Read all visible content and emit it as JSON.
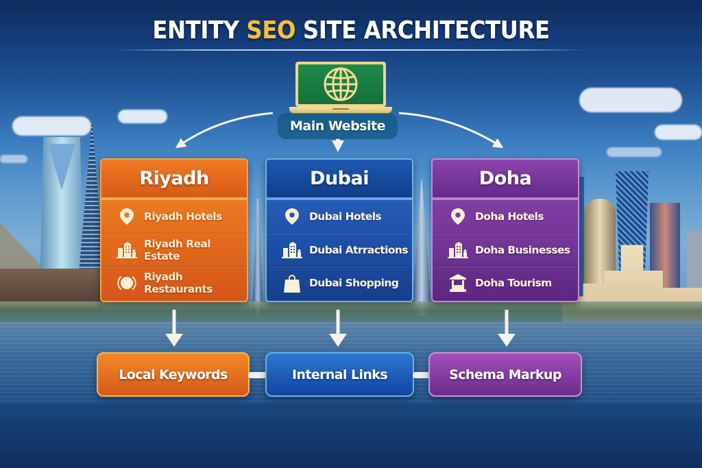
{
  "title": {
    "part1": "ENTITY ",
    "accent": "SEO",
    "part2": " SITE ARCHITECTURE",
    "accent_color": "#f6c037"
  },
  "root": {
    "icon": "globe-laptop-icon",
    "label": "Main Website"
  },
  "cities": [
    {
      "name": "Riyadh",
      "color": "#e3691c",
      "items": [
        {
          "icon": "map-pin-icon",
          "label": "Riyadh Hotels"
        },
        {
          "icon": "buildings-icon",
          "label": "Riyadh Real Estate"
        },
        {
          "icon": "plate-icon",
          "label": "Riyadh Restaurants"
        }
      ]
    },
    {
      "name": "Dubai",
      "color": "#1e4fa6",
      "items": [
        {
          "icon": "map-pin-icon",
          "label": "Dubai Hotels"
        },
        {
          "icon": "buildings-icon",
          "label": "Dubai Atrractions"
        },
        {
          "icon": "shopping-bag-icon",
          "label": "Dubai Shopping"
        }
      ]
    },
    {
      "name": "Doha",
      "color": "#733596",
      "items": [
        {
          "icon": "map-pin-icon",
          "label": "Doha Hotels"
        },
        {
          "icon": "buildings-icon",
          "label": "Doha Businesses"
        },
        {
          "icon": "pavilion-icon",
          "label": "Doha Tourism"
        }
      ]
    }
  ],
  "features": [
    {
      "label": "Local Keywords",
      "color": "#e3691c"
    },
    {
      "label": "Internal Links",
      "color": "#1e5cb8"
    },
    {
      "label": "Schema Markup",
      "color": "#8a3fa6"
    }
  ]
}
